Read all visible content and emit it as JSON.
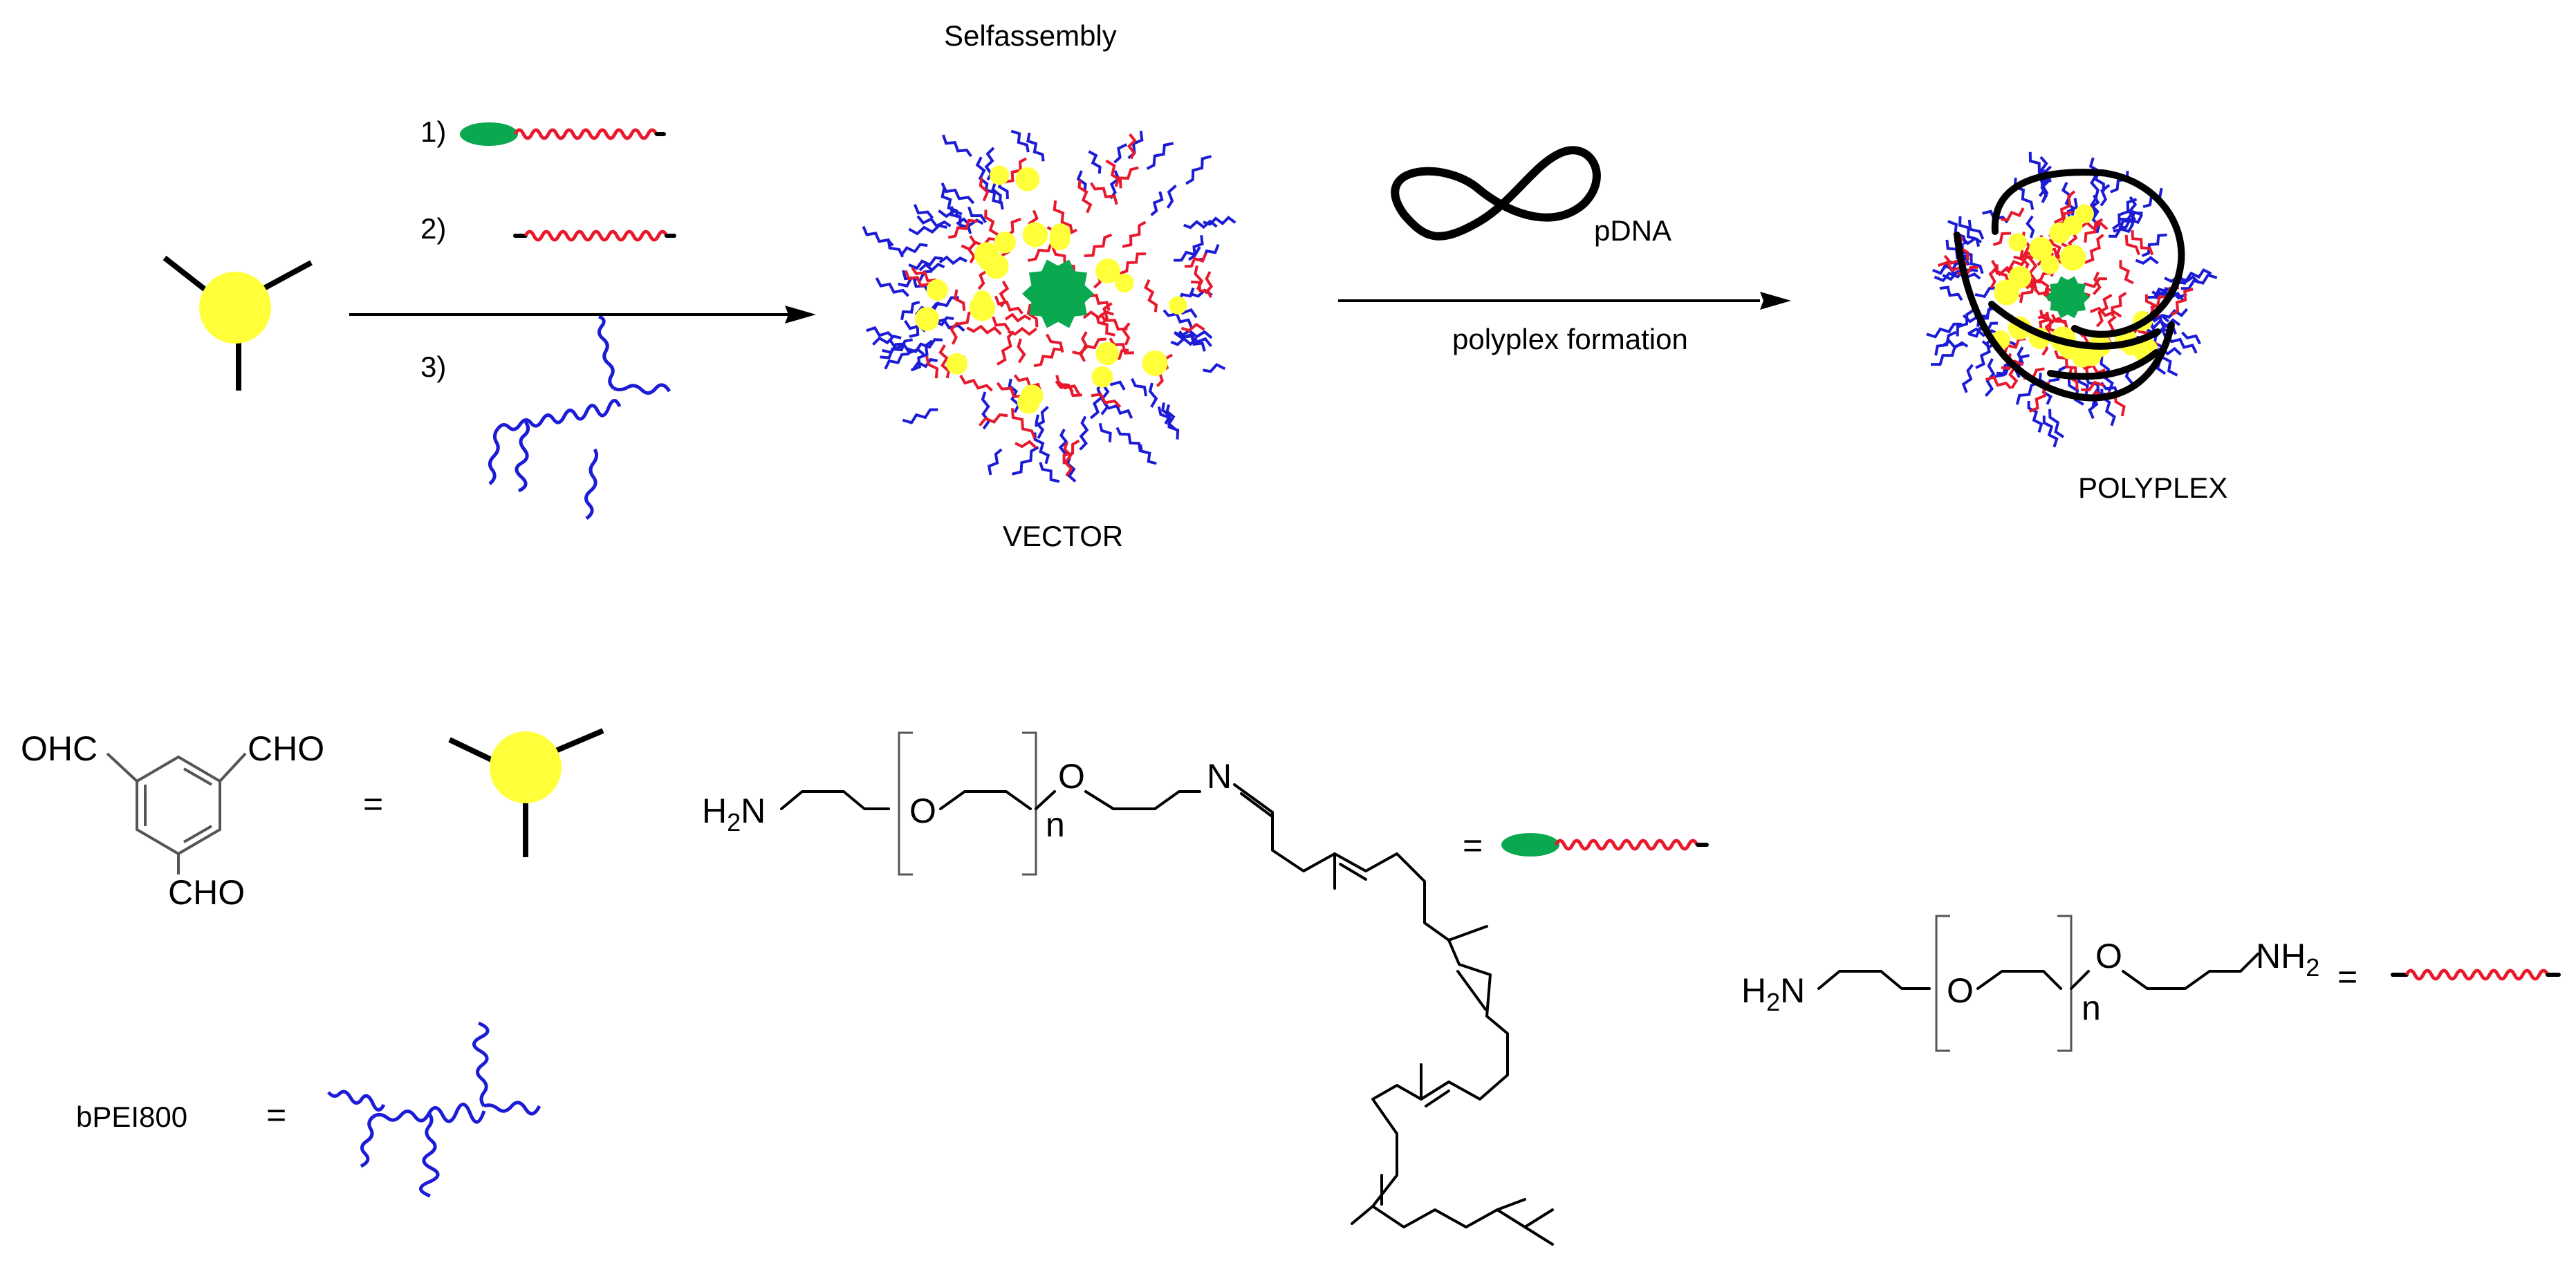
{
  "scheme": {
    "top_label": "Selfassembly",
    "step1": "1)",
    "step2": "2)",
    "step3": "3)",
    "vector_label": "VECTOR",
    "pdna_label": "pDNA",
    "arrow2_label": "polyplex formation",
    "polyplex_label": "POLYPLEX"
  },
  "legend": {
    "aldehyde_ohc": "OHC",
    "aldehyde_cho_right": "CHO",
    "aldehyde_cho_bottom": "CHO",
    "equals": "=",
    "lipid_h2n": "H2N",
    "lipid_o1": "O",
    "lipid_o2": "O",
    "lipid_n": "N",
    "lipid_subscript": "n",
    "peg_h2n": "H2N",
    "peg_o1": "O",
    "peg_o2": "O",
    "peg_nh2": "NH2",
    "peg_subscript": "n",
    "bpei_label": "bPEI800"
  },
  "colors": {
    "core": "#ffff3a",
    "lipid_head": "#0aa84f",
    "peg_chain": "#e8192c",
    "bpei_chain": "#1c1cd6"
  }
}
